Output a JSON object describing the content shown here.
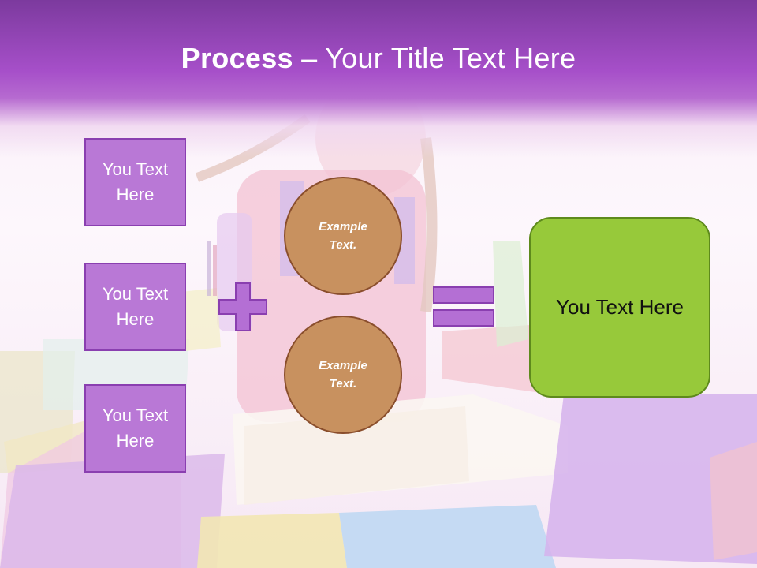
{
  "slide": {
    "title_bold": "Process",
    "title_rest": " – Your Title Text Here",
    "left_boxes": [
      {
        "label": "You Text Here"
      },
      {
        "label": "You Text Here"
      },
      {
        "label": "You Text Here"
      }
    ],
    "circles": [
      {
        "label": "Example Text."
      },
      {
        "label": "Example Text."
      }
    ],
    "result": {
      "label": "You Text Here"
    },
    "colors": {
      "header": "#a64fc9",
      "box_fill": "#b978d6",
      "box_border": "#8a3fb0",
      "circle_fill": "#c8915f",
      "result_fill": "#97c93a"
    }
  }
}
